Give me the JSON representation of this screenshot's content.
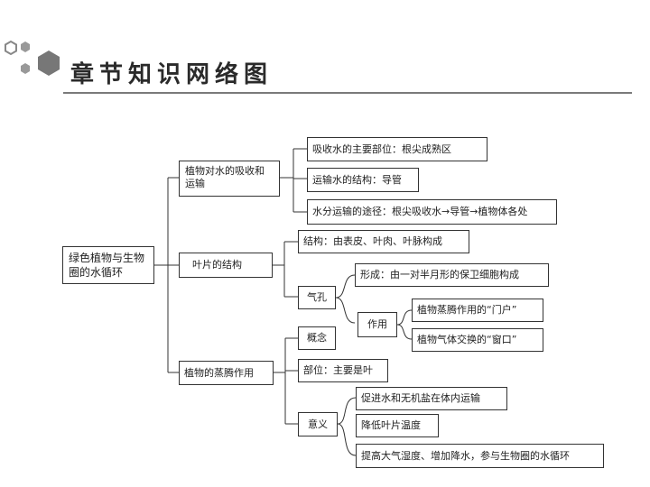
{
  "header": {
    "title": "章节知识网络图"
  },
  "root": "绿色植物与生物圈的水循环",
  "branches": {
    "absorb": {
      "label": "植物对水的吸收和运输",
      "items": [
        "吸收水的主要部位：根尖成熟区",
        "运输水的结构：导管",
        "水分运输的途径：根尖吸收水→导管→植物体各处"
      ]
    },
    "leaf": {
      "label": "叶片的结构",
      "structure": "结构：由表皮、叶肉、叶脉构成",
      "stoma": {
        "label": "气孔",
        "formation": "形成：由一对半月形的保卫细胞构成",
        "function": {
          "label": "作用",
          "items": [
            "植物蒸腾作用的“门户”",
            "植物气体交换的“窗口”"
          ]
        }
      }
    },
    "transpiration": {
      "label": "植物的蒸腾作用",
      "concept": "概念",
      "site": "部位：主要是叶",
      "significance": {
        "label": "意义",
        "items": [
          "促进水和无机盐在体内运输",
          "降低叶片温度",
          "提高大气湿度、增加降水，参与生物圈的水循环"
        ]
      }
    }
  }
}
